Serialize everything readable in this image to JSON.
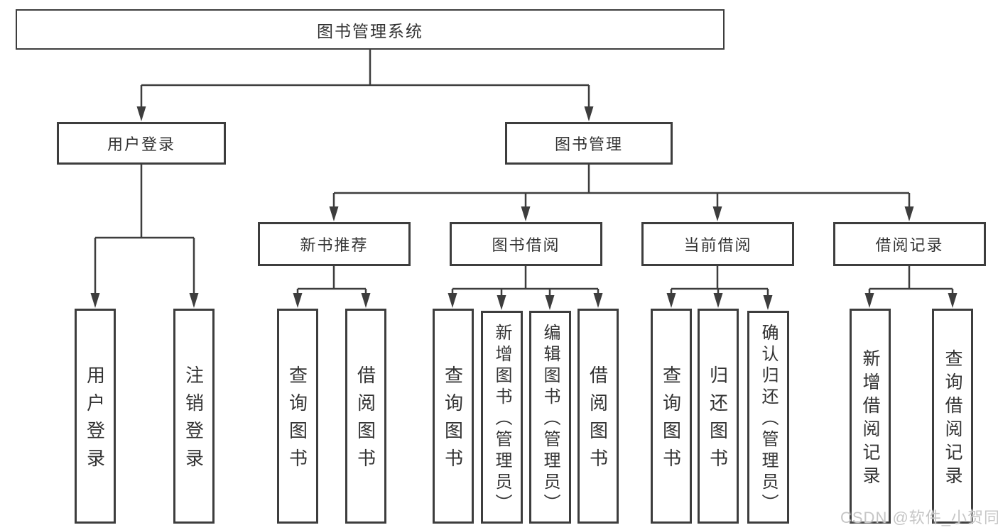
{
  "diagram": {
    "root": {
      "label": "图书管理系统"
    },
    "branches": [
      {
        "label": "用户登录",
        "children": [
          {
            "label": "用户登录"
          },
          {
            "label": "注销登录"
          }
        ]
      },
      {
        "label": "图书管理",
        "children": [
          {
            "label": "新书推荐",
            "children": [
              {
                "label": "查询图书"
              },
              {
                "label": "借阅图书"
              }
            ]
          },
          {
            "label": "图书借阅",
            "children": [
              {
                "label": "查询图书"
              },
              {
                "label": "新增图书（管理员）"
              },
              {
                "label": "编辑图书（管理员）"
              },
              {
                "label": "借阅图书"
              }
            ]
          },
          {
            "label": "当前借阅",
            "children": [
              {
                "label": "查询图书"
              },
              {
                "label": "归还图书"
              },
              {
                "label": "确认归还（管理员）"
              }
            ]
          },
          {
            "label": "借阅记录",
            "children": [
              {
                "label": "新增借阅记录"
              },
              {
                "label": "查询借阅记录"
              }
            ]
          }
        ]
      }
    ]
  },
  "watermark": {
    "text": "CSDN @软件_小贺同学"
  },
  "colors": {
    "line": "#3d3d3d",
    "border": "#3d3d3d",
    "text": "#333333",
    "watermark": "#c6c6c6",
    "background": "#ffffff"
  }
}
